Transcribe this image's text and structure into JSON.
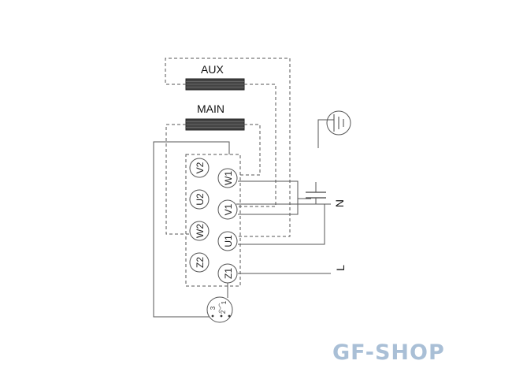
{
  "labels": {
    "aux": "AUX",
    "main": "MAIN",
    "neutral": "N",
    "line": "L"
  },
  "terminals": {
    "v2": "V2",
    "w1": "W1",
    "u2": "U2",
    "v1": "V1",
    "w2": "W2",
    "u1": "U1",
    "z2": "Z2",
    "z1": "Z1"
  },
  "thermal_switch": {
    "pin1": "1",
    "pin2": "2",
    "pin3": "3"
  },
  "watermark": {
    "text": "GF-SHOP",
    "color": "#a9bfd6"
  },
  "icons": {
    "ground": "earth-ground-icon",
    "capacitor": "capacitor-icon",
    "winding": "winding-coil-icon",
    "thermal": "thermal-protector-icon"
  }
}
